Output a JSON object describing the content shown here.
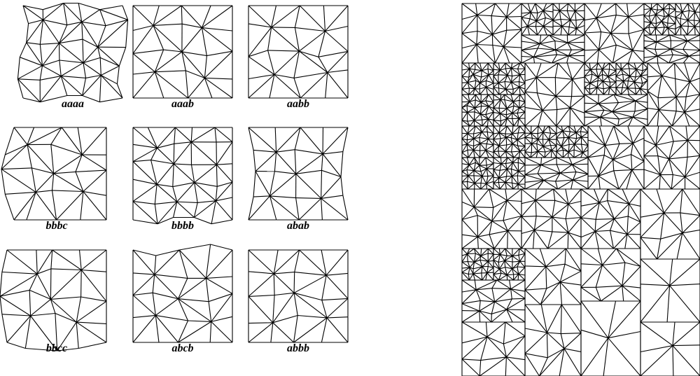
{
  "colors": {
    "line": "#000000",
    "background": "#ffffff"
  },
  "tiles": [
    {
      "label": "aaaa"
    },
    {
      "label": "aaab"
    },
    {
      "label": "aabb"
    },
    {
      "label": "bbbc"
    },
    {
      "label": "bbbb"
    },
    {
      "label": "abab"
    },
    {
      "label": "bbcc"
    },
    {
      "label": "abcb"
    },
    {
      "label": "abbb"
    }
  ]
}
